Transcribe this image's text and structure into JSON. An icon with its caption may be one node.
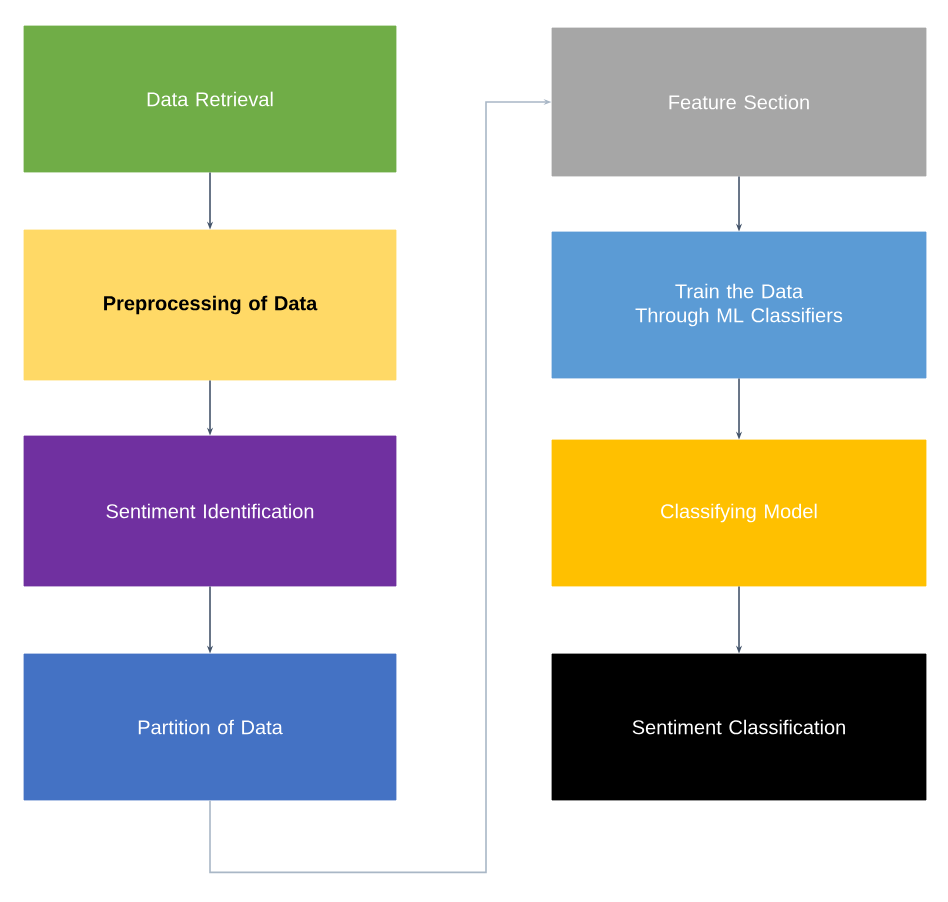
{
  "diagram": {
    "nodes": [
      {
        "text": [
          "Data Retrieval"
        ]
      },
      {
        "text": [
          "Preprocessing of Data"
        ]
      },
      {
        "text": [
          "Sentiment Identification"
        ]
      },
      {
        "text": [
          "Partition of Data"
        ]
      },
      {
        "text": [
          "Feature Section"
        ]
      },
      {
        "text": [
          "Train the Data Through ML Classifiers"
        ]
      },
      {
        "text": [
          "Classifying Model"
        ]
      },
      {
        "text": [
          "Sentiment Classification"
        ]
      }
    ],
    "edges": [
      {
        "from": 0,
        "to": 1,
        "arrow": "to"
      },
      {
        "from": 1,
        "to": 2,
        "arrow": "to"
      },
      {
        "from": 2,
        "to": 3,
        "arrow": "to"
      },
      {
        "from": 3,
        "to": 4,
        "arrow": "to",
        "color": "#a9b7c6"
      },
      {
        "from": 4,
        "to": 5,
        "arrow": "to"
      },
      {
        "from": 5,
        "to": 6,
        "arrow": "to"
      },
      {
        "from": 6,
        "to": 7,
        "arrow": "to"
      }
    ]
  }
}
